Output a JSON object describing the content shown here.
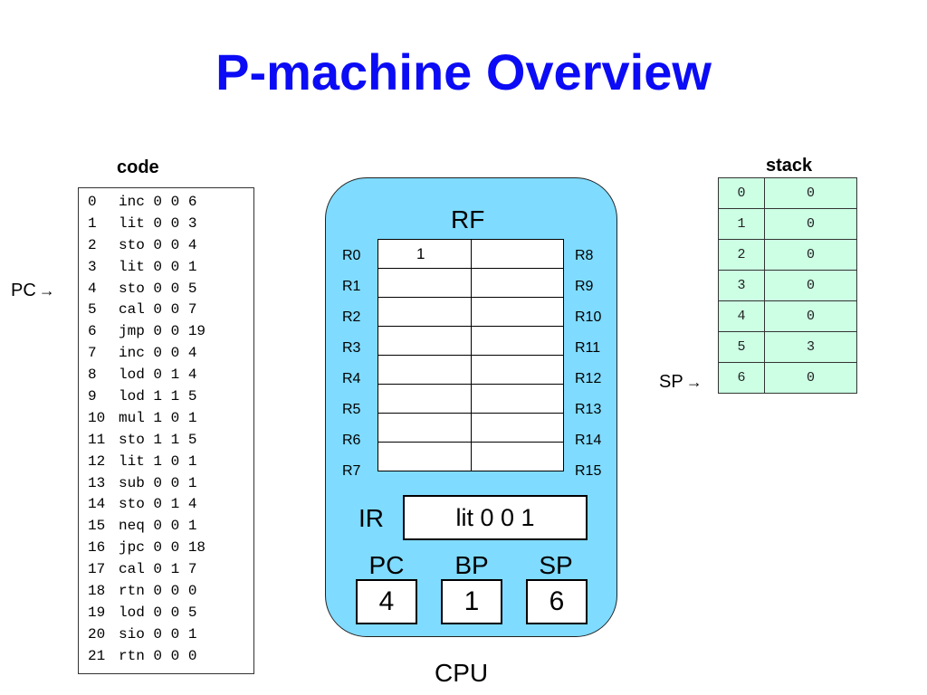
{
  "title": "P-machine Overview",
  "code": {
    "label": "code",
    "lines": [
      {
        "num": "0",
        "instr": "inc 0 0 6"
      },
      {
        "num": "1",
        "instr": "lit 0 0 3"
      },
      {
        "num": "2",
        "instr": "sto 0 0 4"
      },
      {
        "num": "3",
        "instr": "lit 0 0 1"
      },
      {
        "num": "4",
        "instr": "sto 0 0 5"
      },
      {
        "num": "5",
        "instr": "cal 0 0 7"
      },
      {
        "num": "6",
        "instr": "jmp 0 0 19"
      },
      {
        "num": "7",
        "instr": "inc 0 0 4"
      },
      {
        "num": "8",
        "instr": "lod 0 1 4"
      },
      {
        "num": "9",
        "instr": "lod 1 1 5"
      },
      {
        "num": "10",
        "instr": "mul 1 0 1"
      },
      {
        "num": "11",
        "instr": "sto 1 1 5"
      },
      {
        "num": "12",
        "instr": "lit 1 0 1"
      },
      {
        "num": "13",
        "instr": "sub 0 0 1"
      },
      {
        "num": "14",
        "instr": "sto 0 1 4"
      },
      {
        "num": "15",
        "instr": "neq 0 0 1"
      },
      {
        "num": "16",
        "instr": "jpc 0 0 18"
      },
      {
        "num": "17",
        "instr": "cal 0 1 7"
      },
      {
        "num": "18",
        "instr": "rtn 0 0 0"
      },
      {
        "num": "19",
        "instr": "lod 0 0 5"
      },
      {
        "num": "20",
        "instr": "sio 0 0 1"
      },
      {
        "num": "21",
        "instr": "rtn 0 0 0"
      }
    ]
  },
  "pc_pointer": {
    "label": "PC",
    "arrow": "→",
    "line_index": 4
  },
  "cpu": {
    "label": "CPU",
    "rf_label": "RF",
    "registers_left": [
      {
        "name": "R0",
        "value": "1"
      },
      {
        "name": "R1",
        "value": ""
      },
      {
        "name": "R2",
        "value": ""
      },
      {
        "name": "R3",
        "value": ""
      },
      {
        "name": "R4",
        "value": ""
      },
      {
        "name": "R5",
        "value": ""
      },
      {
        "name": "R6",
        "value": ""
      },
      {
        "name": "R7",
        "value": ""
      }
    ],
    "registers_right": [
      {
        "name": "R8",
        "value": ""
      },
      {
        "name": "R9",
        "value": ""
      },
      {
        "name": "R10",
        "value": ""
      },
      {
        "name": "R11",
        "value": ""
      },
      {
        "name": "R12",
        "value": ""
      },
      {
        "name": "R13",
        "value": ""
      },
      {
        "name": "R14",
        "value": ""
      },
      {
        "name": "R15",
        "value": ""
      }
    ],
    "ir": {
      "label": "IR",
      "value": "lit 0 0 1"
    },
    "pc": {
      "label": "PC",
      "value": "4"
    },
    "bp": {
      "label": "BP",
      "value": "1"
    },
    "sp": {
      "label": "SP",
      "value": "6"
    },
    "fill_color": "#7fdbff"
  },
  "stack": {
    "label": "stack",
    "fill_color": "#ccffe4",
    "rows": [
      {
        "index": "0",
        "value": "0"
      },
      {
        "index": "1",
        "value": "0"
      },
      {
        "index": "2",
        "value": "0"
      },
      {
        "index": "3",
        "value": "0"
      },
      {
        "index": "4",
        "value": "0"
      },
      {
        "index": "5",
        "value": "3"
      },
      {
        "index": "6",
        "value": "0"
      }
    ]
  },
  "sp_pointer": {
    "label": "SP",
    "arrow": "→",
    "row_index": 6
  },
  "title_color": "#0b0bf5"
}
